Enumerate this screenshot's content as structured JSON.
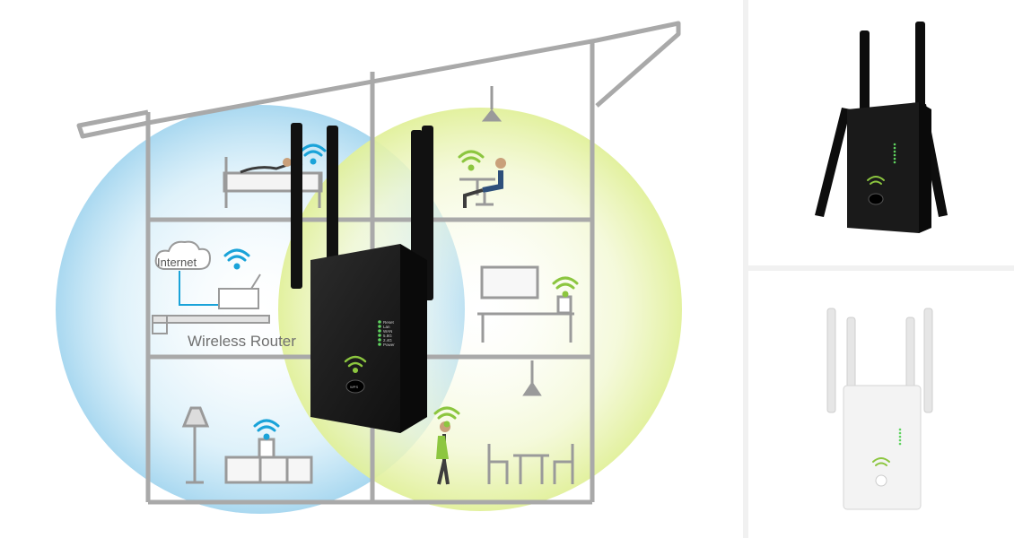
{
  "scene": {
    "labels": {
      "internet": "Internet",
      "router": "Wireless Router"
    },
    "device_leds": [
      "Reset",
      "Lan",
      "WAN",
      "5.8G",
      "2.4G",
      "Power"
    ],
    "wps_label": "WPS"
  },
  "colors": {
    "blue_zone": "#bfe3f5",
    "green_zone": "#eaf5b8",
    "wifi_blue": "#1aa3d9",
    "wifi_green": "#8cc63f",
    "house_line": "#a9a9a9",
    "device_black": "#1a1a1a",
    "device_white": "#ededed",
    "led_green": "#5fd35f"
  },
  "icons": [
    "wifi-icon",
    "cloud-icon",
    "lamp-icon",
    "ceiling-lamp-icon"
  ]
}
